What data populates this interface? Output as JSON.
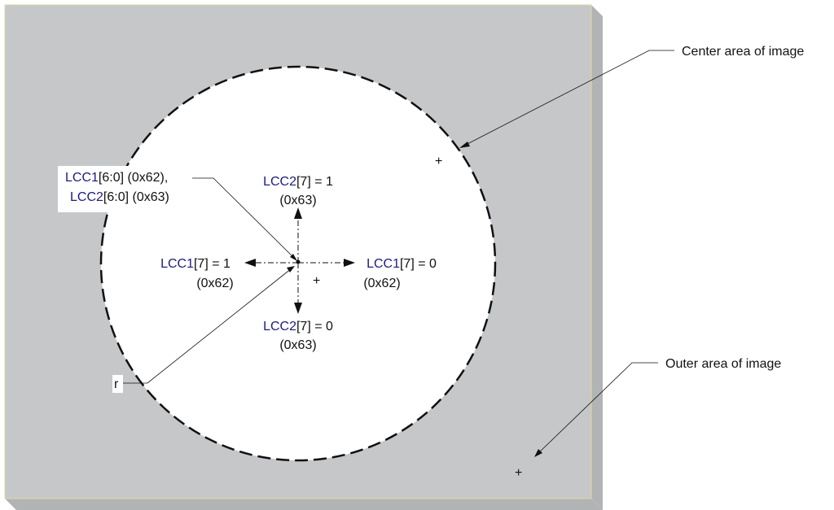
{
  "colors": {
    "panel": "#c6c7c9",
    "panel_edge": "#b1b3b5",
    "panel_border": "#ddd9a0",
    "circle_fill": "#ffffff",
    "stroke": "#111111",
    "register": "#1a1a8c"
  },
  "labels": {
    "center_area": "Center area of image",
    "outer_area": "Outer area of image",
    "lcc_origin": {
      "line1_reg": "LCC1",
      "line1_rest": "[6:0] (0x62),",
      "line2_reg": "LCC2",
      "line2_rest": "[6:0] (0x63)"
    },
    "up": {
      "reg": "LCC2",
      "rest": "[7] = 1",
      "addr": "(0x63)"
    },
    "down": {
      "reg": "LCC2",
      "rest": "[7] = 0",
      "addr": "(0x63)"
    },
    "left": {
      "reg": "LCC1",
      "rest": "[7] = 1",
      "addr": "(0x62)"
    },
    "right": {
      "reg": "LCC1",
      "rest": "[7] = 0",
      "addr": "(0x62)"
    },
    "radius": "r"
  },
  "markers": {
    "plus": "+"
  }
}
